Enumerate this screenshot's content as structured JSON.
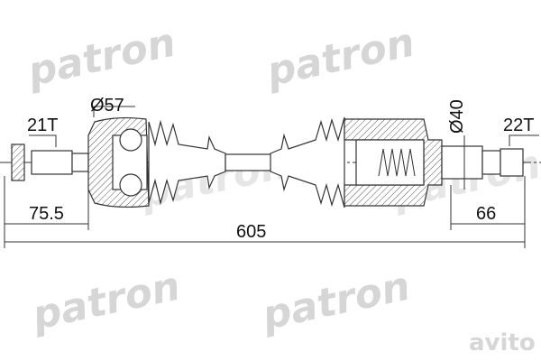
{
  "watermark": {
    "brand": "patron",
    "marketplace": "avito"
  },
  "dimensions": {
    "left_spline": "21T",
    "left_diameter": "Ø57",
    "left_length": "75.5",
    "total_length": "605",
    "right_diameter": "Ø40",
    "right_spline": "22T",
    "right_length": "66"
  },
  "colors": {
    "line": "#333333",
    "watermark": "#d6d6d6"
  }
}
